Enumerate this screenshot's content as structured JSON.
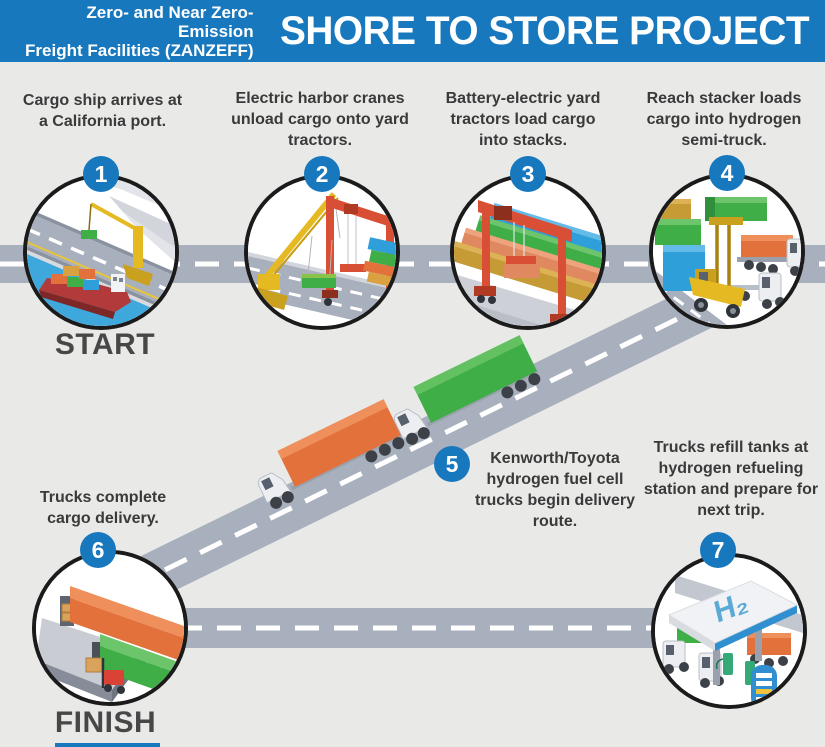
{
  "header": {
    "program_line1": "Zero- and Near Zero-Emission",
    "program_line2": "Freight Facilities (ZANZEFF)",
    "title": "SHORE TO STORE PROJECT"
  },
  "route_labels": {
    "start": "START",
    "finish": "FINISH"
  },
  "station_sign": "H₂",
  "steps": [
    {
      "number": "1",
      "caption": "Cargo ship arrives at a California port.",
      "illustration": "cargo-ship-at-port-icon"
    },
    {
      "number": "2",
      "caption": "Electric harbor cranes unload cargo onto yard tractors.",
      "illustration": "electric-harbor-cranes-icon"
    },
    {
      "number": "3",
      "caption": "Battery-electric yard tractors load cargo into stacks.",
      "illustration": "yard-tractor-stacks-icon"
    },
    {
      "number": "4",
      "caption": "Reach stacker loads cargo into hydrogen semi-truck.",
      "illustration": "reach-stacker-loading-icon"
    },
    {
      "number": "5",
      "caption": "Kenworth/Toyota hydrogen fuel cell trucks begin delivery route.",
      "illustration": "hydrogen-trucks-on-route-icon"
    },
    {
      "number": "6",
      "caption": "Trucks complete cargo delivery.",
      "illustration": "cargo-delivery-dock-icon"
    },
    {
      "number": "7",
      "caption": "Trucks refill tanks at hydrogen refueling station and prepare for next trip.",
      "illustration": "hydrogen-refueling-station-icon"
    }
  ],
  "palette": {
    "header_blue": "#1878be",
    "badge_blue": "#1878be",
    "background": "#e9e9e8",
    "road_gray": "#a9b0bd",
    "road_dash": "#ffffff",
    "circle_border": "#1b1b1b",
    "text_dark": "#3a3a3a",
    "container_orange": "#e2713c",
    "container_green": "#3fae47",
    "container_blue": "#2f9fd9",
    "crane_yellow": "#e5b921",
    "crane_red": "#d94f35",
    "water_blue": "#3ea7db"
  }
}
